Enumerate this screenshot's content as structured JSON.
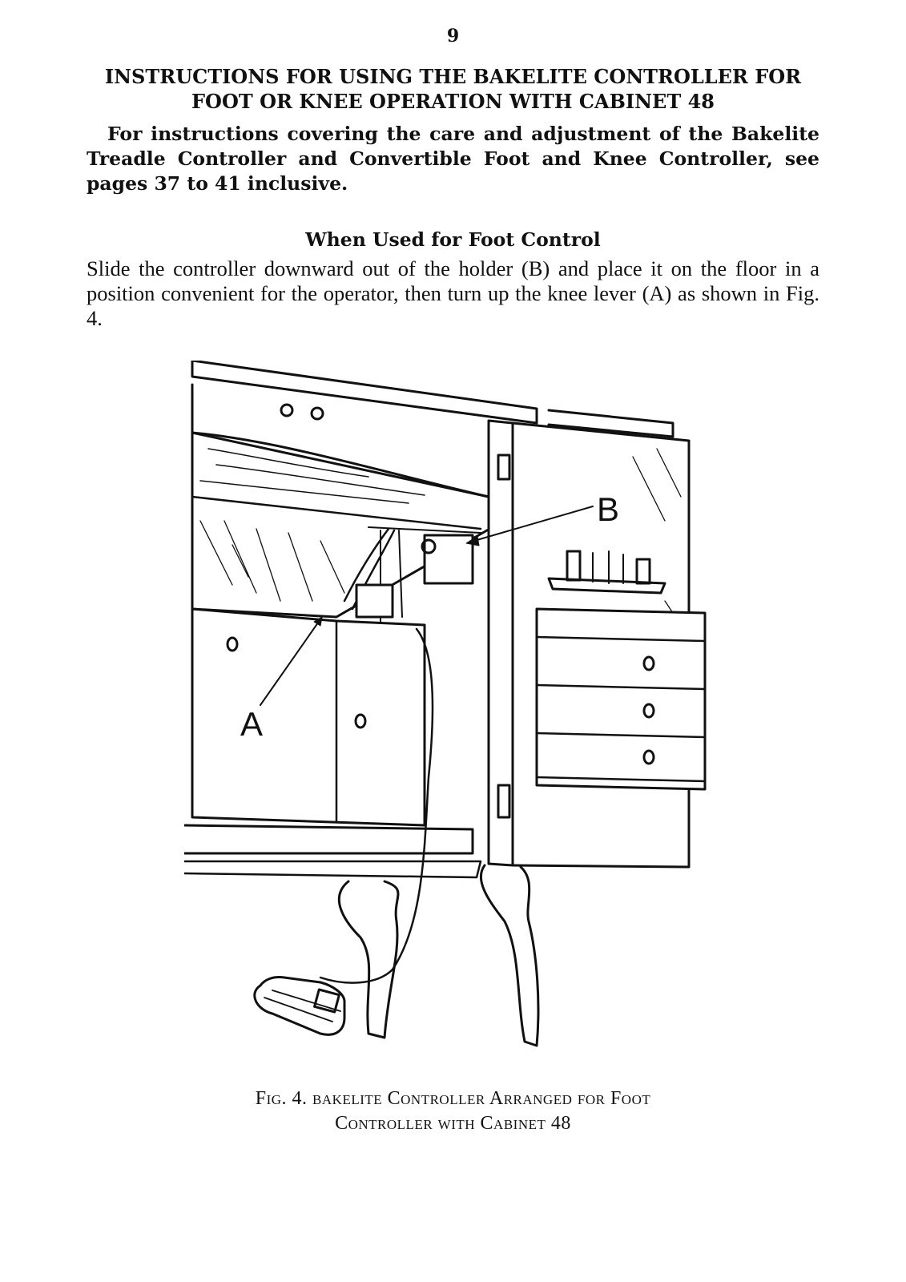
{
  "page": {
    "number": "9",
    "heading_line1": "INSTRUCTIONS FOR USING THE BAKELITE CONTROLLER FOR",
    "heading_line2": "FOOT OR KNEE OPERATION WITH CABINET 48",
    "intro": "For instructions covering the care and adjustment of the Bakelite Treadle Controller and Convertible Foot and Knee Controller, see pages 37 to 41 inclusive.",
    "subheading": "When Used for Foot Control",
    "body": "Slide the controller downward out of the holder (B) and place it on the floor in a position convenient for the operator, then turn up the knee lever (A) as shown in Fig. 4."
  },
  "figure": {
    "label_a": "A",
    "label_b": "B",
    "caption_line1": "Fig. 4. bakelite Controller Arranged for Foot",
    "caption_line2": "Controller with Cabinet 48"
  }
}
